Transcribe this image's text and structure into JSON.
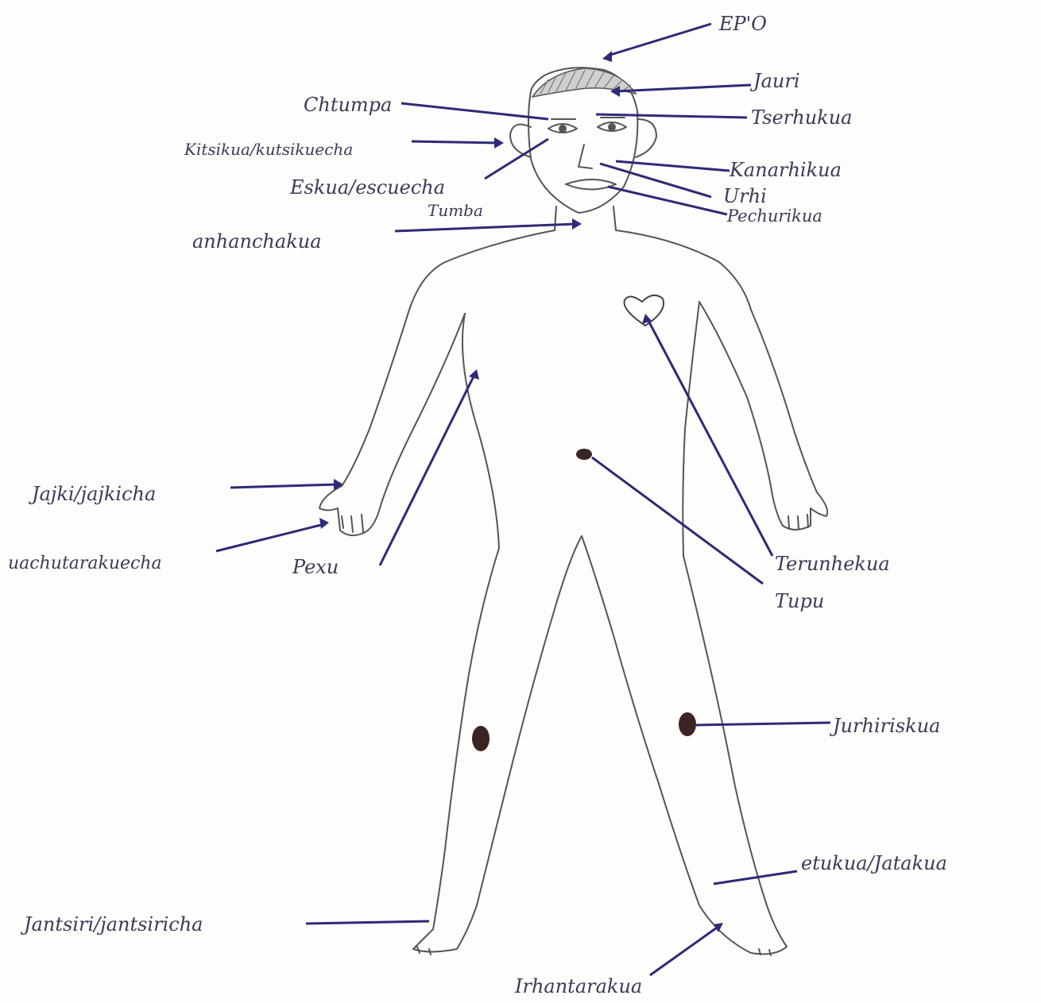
{
  "diagram": {
    "labels": {
      "ep_o": "EP'O",
      "jauri": "Jauri",
      "tserhukua": "Tserhukua",
      "chtumpa": "Chtumpa",
      "kitsikua": "Kitsikua/kutsikuecha",
      "kanarhikua": "Kanarhikua",
      "eskua": "Eskua/escuecha",
      "urhi": "Urhi",
      "pechurikua": "Pechurikua",
      "tumba": "Tumba",
      "anhanchakua": "anhanchakua",
      "jajki": "Jajki/jajkicha",
      "uachutarakuecha": "uachutarakuecha",
      "pexu": "Pexu",
      "terunhekua": "Terunhekua",
      "tupu": "Tupu",
      "jurhiriskua": "Jurhiriskua",
      "etukua": "etukua/Jatakua",
      "jantsiri": "Jantsiri/jantsiricha",
      "irhantarakua": "Irhantarakua"
    },
    "colors": {
      "ink": "#2e2a78",
      "pencil": "#555555",
      "label": "#3a3a5a",
      "paper": "#fdfdfb"
    }
  }
}
